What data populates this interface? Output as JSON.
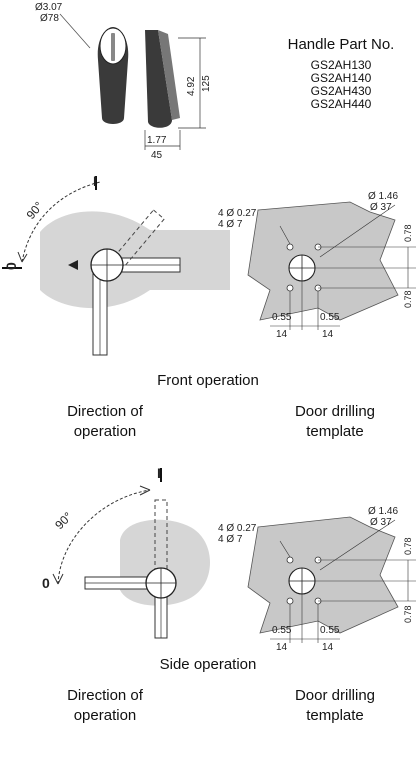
{
  "handle": {
    "dim_top_1": "Ø3.07",
    "dim_top_2": "Ø78",
    "dim_height_in": "4.92",
    "dim_height_mm": "125",
    "dim_width_in": "1.77",
    "dim_width_mm": "45"
  },
  "handle_parts": {
    "title": "Handle Part No.",
    "items": [
      "GS2AH130",
      "GS2AH140",
      "GS2AH430",
      "GS2AH440"
    ]
  },
  "front_operation": {
    "angle": "90°",
    "position_on": "I",
    "position_off": "0",
    "caption": "Front operation",
    "direction_label_1": "Direction of",
    "direction_label_2": "operation",
    "template_label_1": "Door drilling",
    "template_label_2": "template"
  },
  "front_template": {
    "hole_in": "4 Ø 0.27",
    "hole_mm": "4 Ø 7",
    "center_in": "Ø 1.46",
    "center_mm": "Ø 37",
    "vert_in_1": "0.78",
    "vert_in_2": "0.78",
    "horiz_in_1": "0.55",
    "horiz_mm_1": "14",
    "horiz_in_2": "0.55",
    "horiz_mm_2": "14"
  },
  "side_operation": {
    "angle": "90°",
    "position_on": "I",
    "position_off": "0",
    "caption": "Side operation",
    "direction_label_1": "Direction of",
    "direction_label_2": "operation",
    "template_label_1": "Door drilling",
    "template_label_2": "template"
  },
  "side_template": {
    "hole_in": "4 Ø 0.27",
    "hole_mm": "4 Ø 7",
    "center_in": "Ø 1.46",
    "center_mm": "Ø 37",
    "vert_in_1": "0.78",
    "vert_in_2": "0.78",
    "horiz_in_1": "0.55",
    "horiz_mm_1": "14",
    "horiz_in_2": "0.55",
    "horiz_mm_2": "14"
  }
}
